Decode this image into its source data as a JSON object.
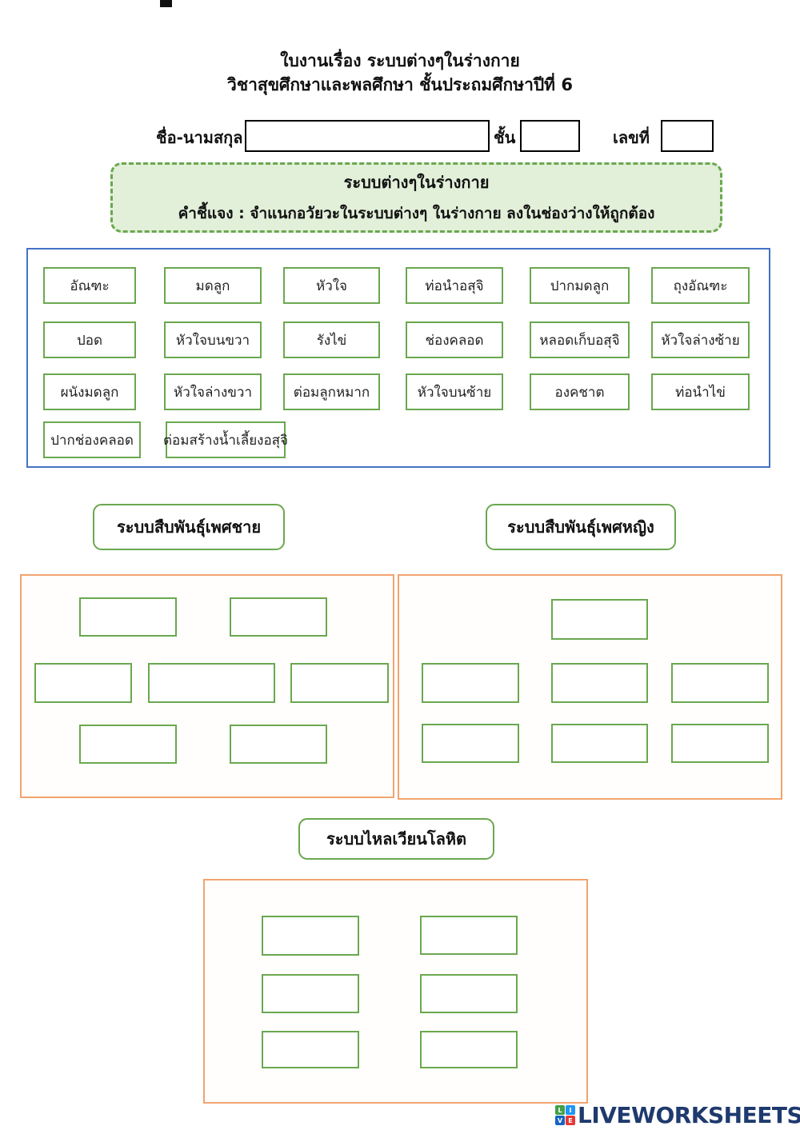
{
  "page": {
    "title_line1": "ใบงานเรื่อง ระบบต่างๆในร่างกาย",
    "title_line2": "วิชาสุขศึกษาและพลศึกษา ชั้นประถมศึกษาปีที่ 6"
  },
  "student_info": {
    "name_label": "ชื่อ-นามสกุล",
    "name_value": "",
    "class_label": "ชั้น",
    "class_value": "",
    "number_label": "เลขที่",
    "number_value": ""
  },
  "instruction_box": {
    "title": "ระบบต่างๆในร่างกาย",
    "instruction": "คำชี้แจง : จำแนกอวัยวะในระบบต่างๆ ในร่างกาย ลงในช่องว่างให้ถูกต้อง"
  },
  "word_bank": {
    "rows": [
      [
        "อัณฑะ",
        "มดลูก",
        "หัวใจ",
        "ท่อนำอสุจิ",
        "ปากมดลูก",
        "ถุงอัณฑะ"
      ],
      [
        "ปอด",
        "หัวใจบนขวา",
        "รังไข่",
        "ช่องคลอด",
        "หลอดเก็บอสุจิ",
        "หัวใจล่างซ้าย"
      ],
      [
        "ผนังมดลูก",
        "หัวใจล่างขวา",
        "ต่อมลูกหมาก",
        "หัวใจบนซ้าย",
        "องคชาต",
        "ท่อนำไข่"
      ],
      [
        "ปากช่องคลอด",
        "ต่อมสร้างน้ำเลี้ยงอสุจิ"
      ]
    ]
  },
  "sections": {
    "male": {
      "title": "ระบบสืบพันธุ์เพศชาย",
      "slot_count": 7
    },
    "female": {
      "title": "ระบบสืบพันธุ์เพศหญิง",
      "slot_count": 7
    },
    "circulatory": {
      "title": "ระบบไหลเวียนโลหิต",
      "slot_count": 6
    }
  },
  "footer": {
    "logo_text": "LIVEWORKSHEETS",
    "logo_squares": [
      {
        "letter": "L",
        "color": "#43a047"
      },
      {
        "letter": "I",
        "color": "#2196f3"
      },
      {
        "letter": "V",
        "color": "#1565c0"
      },
      {
        "letter": "E",
        "color": "#e53935"
      }
    ]
  },
  "colors": {
    "item_border_green": "#6aa84f",
    "wordbank_border_blue": "#4472c4",
    "section_border_orange": "#f1a46f",
    "instruction_fill_green": "#e2efd9",
    "logo_navy": "#1e3a6e"
  }
}
